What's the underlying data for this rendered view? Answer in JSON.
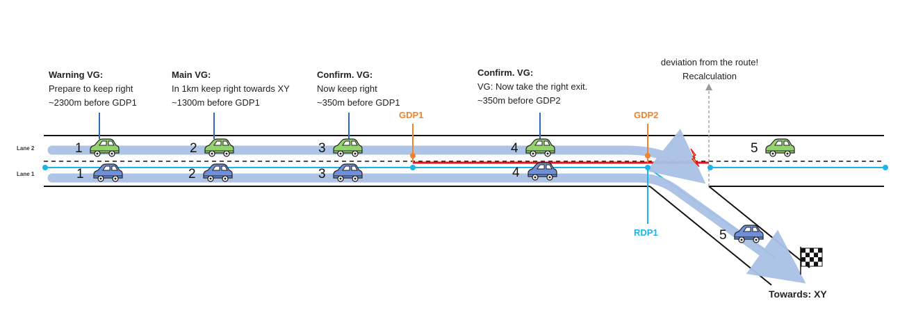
{
  "lanes": {
    "lane2": "Lane 2",
    "lane1": "Lane 1"
  },
  "guidance": [
    {
      "title": "Warning VG:",
      "line1": "Prepare to keep right",
      "line2": "~2300m before GDP1"
    },
    {
      "title": "Main VG:",
      "line1": "In 1km keep right towards  XY",
      "line2": "~1300m before GDP1"
    },
    {
      "title": "Confirm. VG:",
      "line1": "Now keep right",
      "line2": "~350m before GDP1"
    },
    {
      "title": "Confirm. VG:",
      "line1": "VG: Now take the right exit.",
      "line2": "~350m before GDP2"
    }
  ],
  "points": {
    "gdp1": "GDP1",
    "gdp2": "GDP2",
    "rdp1": "RDP1"
  },
  "deviation": {
    "line1": "deviation from the route!",
    "line2": "Recalculation"
  },
  "destination": "Towards: XY",
  "car_numbers": [
    "1",
    "2",
    "3",
    "4",
    "5"
  ],
  "colors": {
    "guidance_line": "#2e6db4",
    "route_blue": "#19b5e8",
    "gdp_orange": "#f2832b",
    "red_segment": "#e8141c",
    "path_arrow": "#a9c1e6",
    "green_car": "#92d36e",
    "blue_car": "#6f8fd6"
  }
}
